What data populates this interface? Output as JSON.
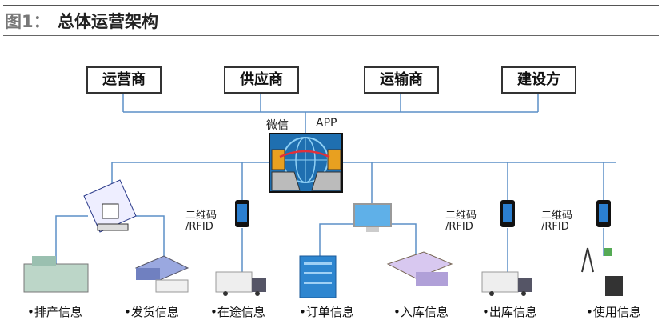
{
  "title": {
    "prefix": "图1：",
    "text": "总体运营架构"
  },
  "top_nodes": [
    "运营商",
    "供应商",
    "运输商",
    "建设方"
  ],
  "hub": {
    "left_label": "微信",
    "right_label": "APP",
    "icon": "network-exchange-icon"
  },
  "code_labels": [
    {
      "line1": "二维码",
      "line2": "/RFID"
    },
    {
      "line1": "二维码",
      "line2": "/RFID"
    },
    {
      "line1": "二维码",
      "line2": "/RFID"
    }
  ],
  "bottom_labels": [
    "•排产信息",
    "•发货信息",
    "•在途信息",
    "•订单信息",
    "•入库信息",
    "•出库信息",
    "•使用信息"
  ],
  "colors": {
    "line": "#5b8fc7",
    "box_border": "#333333"
  }
}
